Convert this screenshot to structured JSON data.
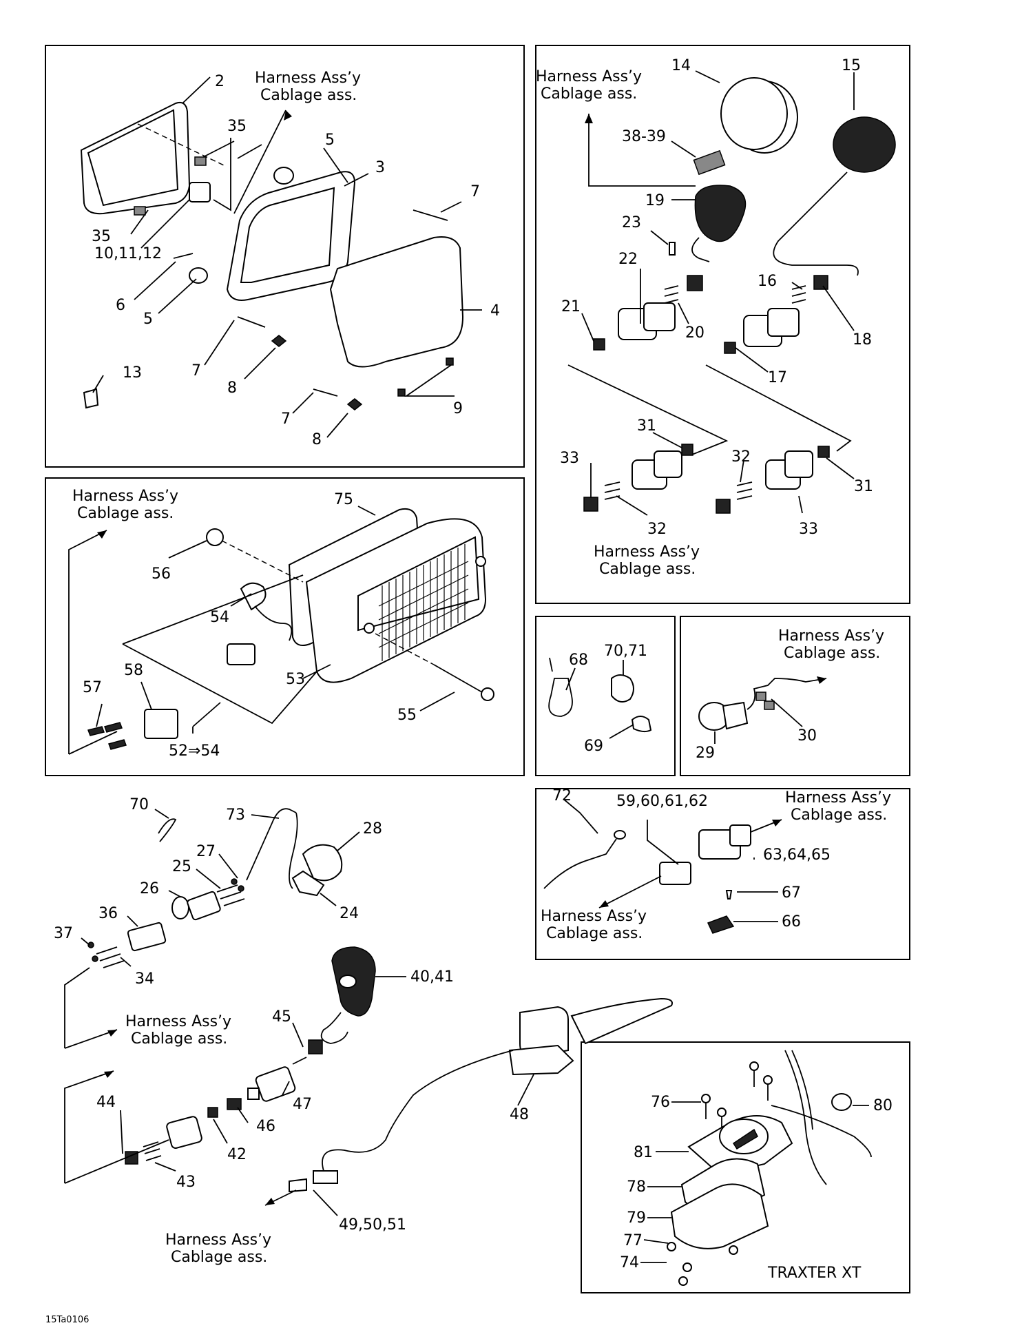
{
  "harness_label_line1": "Harness Ass’y",
  "harness_label_line2": "Cablage ass.",
  "panels": {
    "headlight": {
      "parts": [
        "2",
        "35",
        "5",
        "3",
        "7",
        "35",
        "10,11,12",
        "6",
        "5",
        "4",
        "7",
        "8",
        "13",
        "7",
        "8",
        "9"
      ]
    },
    "gauges": {
      "parts": [
        "14",
        "15",
        "38-39",
        "19",
        "23",
        "22",
        "16",
        "21",
        "20",
        "18",
        "17",
        "31",
        "33",
        "32",
        "31",
        "32",
        "33"
      ]
    },
    "taillight": {
      "parts": [
        "75",
        "56",
        "54",
        "53",
        "58",
        "57",
        "55",
        "52⇒54"
      ]
    },
    "ties": {
      "parts": [
        "68",
        "70,71",
        "69"
      ]
    },
    "switch": {
      "parts": [
        "29",
        "30"
      ]
    },
    "connector": {
      "parts": [
        "72",
        "59,60,61,62",
        "63,64,65",
        "67",
        "66"
      ]
    },
    "lower": {
      "parts": [
        "70",
        "73",
        "28",
        "27",
        "25",
        "26",
        "24",
        "36",
        "37",
        "34",
        "40,41",
        "45",
        "47",
        "44",
        "46",
        "42",
        "43",
        "48",
        "49,50,51"
      ]
    },
    "traxter": {
      "title": "TRAXTER XT",
      "parts": [
        "76",
        "80",
        "81",
        "78",
        "79",
        "77",
        "74"
      ]
    }
  },
  "figure_code": "15Ta0106"
}
